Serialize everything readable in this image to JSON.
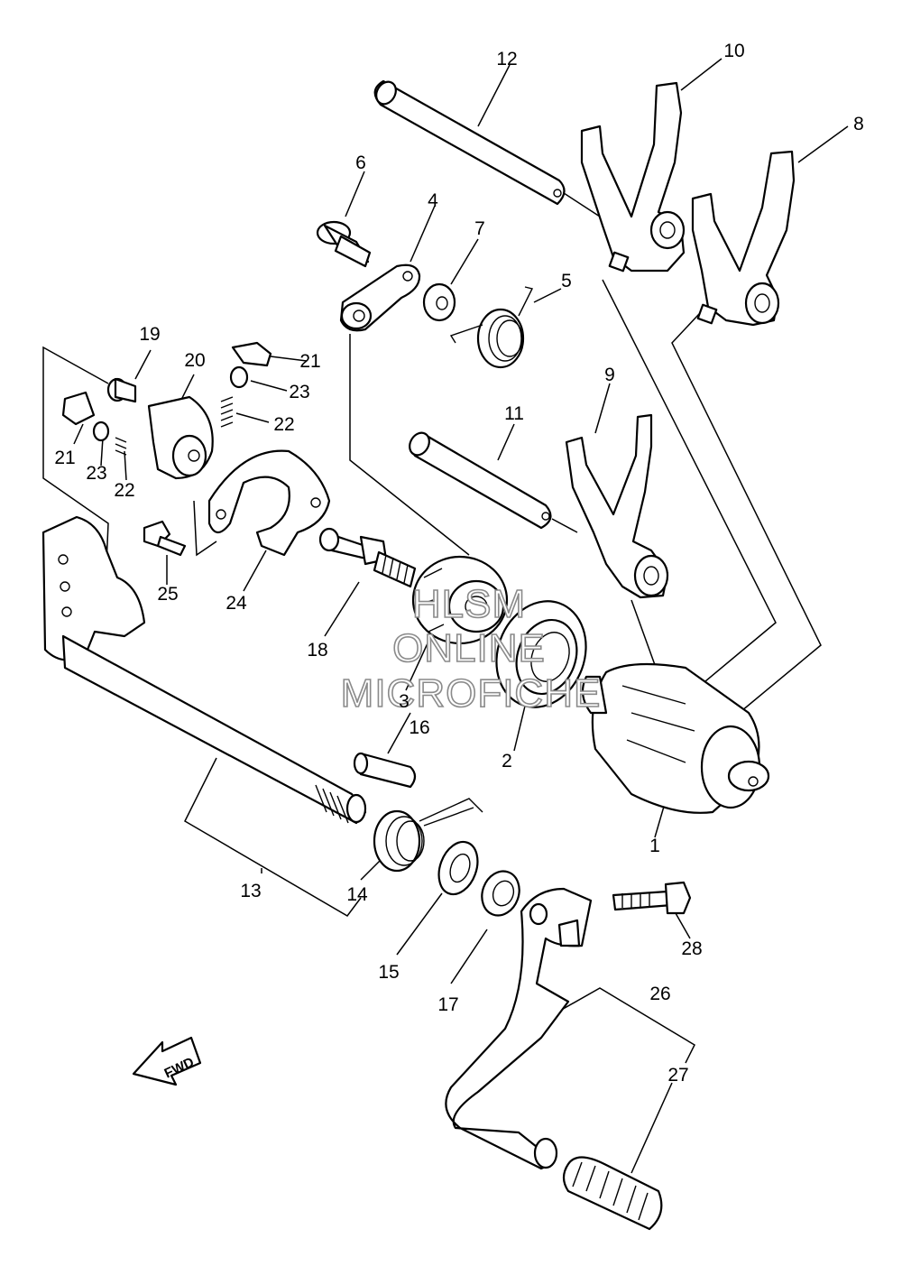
{
  "watermark": {
    "line1": "HLSM",
    "line2": "ONLINE",
    "line3": "MICROFICHE"
  },
  "direction_badge": "FWD",
  "callouts": [
    {
      "id": "label-1",
      "text": "1"
    },
    {
      "id": "label-2",
      "text": "2"
    },
    {
      "id": "label-3",
      "text": "3"
    },
    {
      "id": "label-4",
      "text": "4"
    },
    {
      "id": "label-5",
      "text": "5"
    },
    {
      "id": "label-6",
      "text": "6"
    },
    {
      "id": "label-7",
      "text": "7"
    },
    {
      "id": "label-8",
      "text": "8"
    },
    {
      "id": "label-9",
      "text": "9"
    },
    {
      "id": "label-10",
      "text": "10"
    },
    {
      "id": "label-11",
      "text": "11"
    },
    {
      "id": "label-12",
      "text": "12"
    },
    {
      "id": "label-13",
      "text": "13"
    },
    {
      "id": "label-14",
      "text": "14"
    },
    {
      "id": "label-15",
      "text": "15"
    },
    {
      "id": "label-16",
      "text": "16"
    },
    {
      "id": "label-17",
      "text": "17"
    },
    {
      "id": "label-18",
      "text": "18"
    },
    {
      "id": "label-19",
      "text": "19"
    },
    {
      "id": "label-20",
      "text": "20"
    },
    {
      "id": "label-21a",
      "text": "21"
    },
    {
      "id": "label-21b",
      "text": "21"
    },
    {
      "id": "label-22a",
      "text": "22"
    },
    {
      "id": "label-22b",
      "text": "22"
    },
    {
      "id": "label-23a",
      "text": "23"
    },
    {
      "id": "label-23b",
      "text": "23"
    },
    {
      "id": "label-24",
      "text": "24"
    },
    {
      "id": "label-25",
      "text": "25"
    },
    {
      "id": "label-26",
      "text": "26"
    },
    {
      "id": "label-27",
      "text": "27"
    },
    {
      "id": "label-28",
      "text": "28"
    }
  ]
}
